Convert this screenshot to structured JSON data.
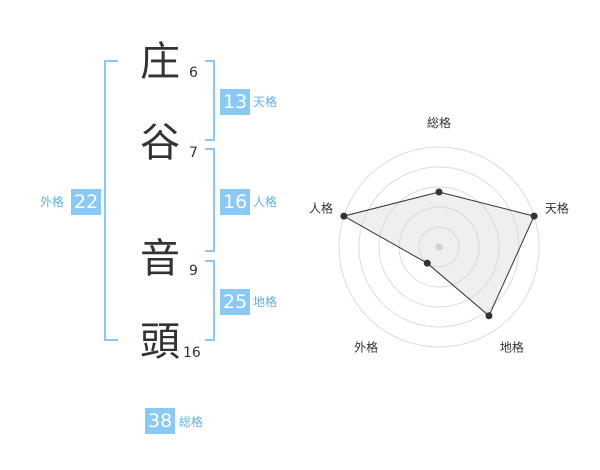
{
  "characters": [
    {
      "char": "庄",
      "strokes": "6"
    },
    {
      "char": "谷",
      "strokes": "7"
    },
    {
      "char": "音",
      "strokes": "9"
    },
    {
      "char": "頭",
      "strokes": "16"
    }
  ],
  "scores": {
    "tenkaku": {
      "value": "13",
      "label": "天格"
    },
    "jinkaku": {
      "value": "16",
      "label": "人格"
    },
    "chikaku": {
      "value": "25",
      "label": "地格"
    },
    "gaikaku": {
      "value": "22",
      "label": "外格"
    },
    "soukaku": {
      "value": "38",
      "label": "総格"
    }
  },
  "radar": {
    "axes": [
      "総格",
      "天格",
      "地格",
      "外格",
      "人格"
    ],
    "levels": 5,
    "values": [
      0.55,
      1.0,
      0.85,
      0.2,
      1.0
    ]
  }
}
